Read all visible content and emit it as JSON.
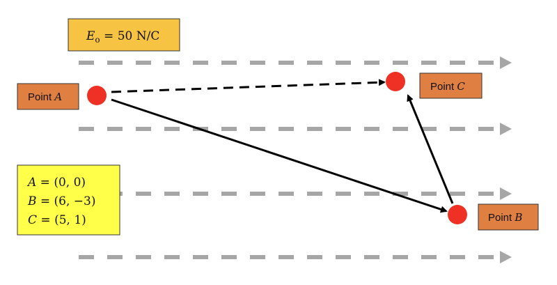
{
  "field_label": {
    "symbol": "E",
    "subscript": "o",
    "value": " = 50 N/C"
  },
  "points": [
    {
      "prefix": "Point ",
      "name": "A"
    },
    {
      "prefix": "Point ",
      "name": "B"
    },
    {
      "prefix": "Point ",
      "name": "C"
    }
  ],
  "coordinates": [
    {
      "name": "A",
      "value": " = (0, 0)"
    },
    {
      "name": "B",
      "value": " = (6, −3)"
    },
    {
      "name": "C",
      "value": " = (5, 1)"
    }
  ],
  "colors": {
    "field_box": "#F6C343",
    "point_box": "#E07F42",
    "coord_box": "#FFFF4A",
    "point": "#EE3124",
    "field_line": "#A6A6A6"
  }
}
